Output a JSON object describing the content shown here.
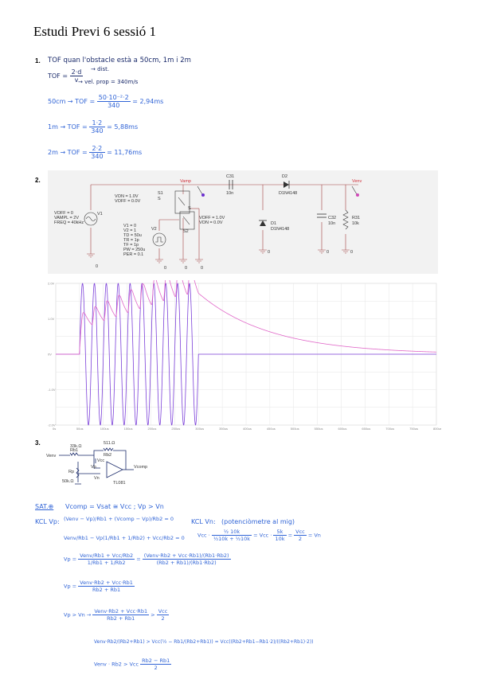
{
  "title": "Estudi Previ 6 sessió 1",
  "q1": {
    "number": "1.",
    "question": "TOF    quan l'obstacle està a 50cm,  1m  i 2m",
    "formula_lhs": "TOF =",
    "formula_num": "2·d",
    "formula_den": "v",
    "note_dist": "→ dist.",
    "note_vel": "→ vel. prop = 340m/s",
    "rows": [
      {
        "label": "50cm",
        "expr_lhs": "→  TOF =",
        "num": "50·10⁻²·2",
        "den": "340",
        "result": "= 2,94ms"
      },
      {
        "label": "1m",
        "expr_lhs": "→  TOF =",
        "num": "1·2",
        "den": "340",
        "result": "= 5,88ms"
      },
      {
        "label": "2m",
        "expr_lhs": "→  TOF =",
        "num": "2·2",
        "den": "340",
        "result": "= 11,76ms"
      }
    ]
  },
  "q2": {
    "number": "2.",
    "schematic": {
      "v1_params": [
        "VOFF = 0",
        "VAMPL = 2V",
        "FREQ = 40kHz"
      ],
      "v1_label": "V1",
      "s1_params": [
        "VON = 1.0V",
        "VOFF = 0.0V"
      ],
      "s1_label": "S1",
      "s_label_top": "S",
      "s2_params": [
        "VOFF = 1.0V",
        "VON = 0.0V"
      ],
      "s2_label": "S2",
      "s_label_bottom": "S",
      "v2_params": [
        "V1 = 0",
        "V2 = 1",
        "TD = 50u",
        "TR = 1p",
        "TF = 1p",
        "PW = 250u",
        "PER = 0.1"
      ],
      "v2_label": "V2",
      "vamp_label": "Vamp",
      "c31_label": "C31",
      "c31_value": "10n",
      "d2_label": "D2",
      "d2_value": "D1N4148",
      "venv_label": "Venv",
      "d1_label": "D1",
      "d1_value": "D1N4148",
      "c32_label": "C32",
      "c32_value": "10n",
      "r31_label": "R31",
      "r31_value": "10k",
      "ground": "0"
    },
    "plot": {
      "y_ticks": [
        "2.0V",
        "1.0V",
        "0V",
        "-1.0V",
        "-2.0V"
      ],
      "x_ticks": [
        "0s",
        "50us",
        "100us",
        "150us",
        "200us",
        "250us",
        "300us",
        "350us",
        "400us",
        "450us",
        "500us",
        "550us",
        "600us",
        "650us",
        "700us",
        "750us",
        "800us"
      ],
      "colors": {
        "vamp": "#7b3fd9",
        "venv": "#e066c8"
      }
    }
  },
  "q3": {
    "number": "3.",
    "circuit": {
      "r_top1": "33k.Ω",
      "r_top2": "511.Ω",
      "venv": "Venv",
      "rb1": "Rb1",
      "rb2": "Rb2",
      "vcc": "Vcc",
      "vp": "Vp",
      "rp": "Rp",
      "vn": "Vn",
      "rpot": "50k.Ω",
      "opamp": "TL081",
      "vcomp": "Vcomp"
    }
  },
  "sat": {
    "heading": "SAT.⊕",
    "cond": "Vcomp = Vsat ≅ Vcc    ;  Vp > Vn",
    "kcl_vp_label": "KCL Vp:",
    "kcl_vn_label": "KCL Vn:",
    "pot_note": "(potenciòmetre al mig)",
    "eq1": "(Venv − Vp)/Rb1 + (Vcomp − Vp)/Rb2 = 0",
    "eq2": "Venv/Rb1 − Vp(1/Rb1 + 1/Rb2) + Vcc/Rb2 = 0",
    "eq3_lhs": "Vp =",
    "eq3_num": "Venv/Rb1 + Vcc/Rb2",
    "eq3_den": "1/Rb1 + 1/Rb2",
    "eq3_mid": "=",
    "eq3_num2": "(Venv·Rb2 + Vcc·Rb1)/(Rb1·Rb2)",
    "eq3_den2": "(Rb2 + Rb1)/(Rb1·Rb2)",
    "eq4_lhs": "Vp =",
    "eq4_num": "Venv·Rb2 + Vcc·Rb1",
    "eq4_den": "Rb2 + Rb1",
    "vn_lhs": "Vcc ·",
    "vn_num1": "½ 10k",
    "vn_den1": "½10k + ½10k",
    "vn_mid": "= Vcc ·",
    "vn_num2": "5k",
    "vn_den2": "10k",
    "vn_rhs": "=",
    "vn_num3": "Vcc",
    "vn_den3": "2",
    "vn_end": "= Vn",
    "cmp_lhs": "Vp > Vn  →",
    "cmp_num": "Venv·Rb2 + Vcc·Rb1",
    "cmp_den": "Rb2 + Rb1",
    "cmp_rhs": ">",
    "cmp_num2": "Vcc",
    "cmp_den2": "2",
    "ineq1": "Venv·Rb2/(Rb2+Rb1) > Vcc(½ − Rb1/(Rb2+Rb1)) = Vcc((Rb2+Rb1−Rb1·2)/((Rb2+Rb1)·2))",
    "ineq2_lhs": "Venv · Rb2 > Vcc",
    "ineq2_num": "Rb2 − Rb1",
    "ineq2_den": "2"
  }
}
